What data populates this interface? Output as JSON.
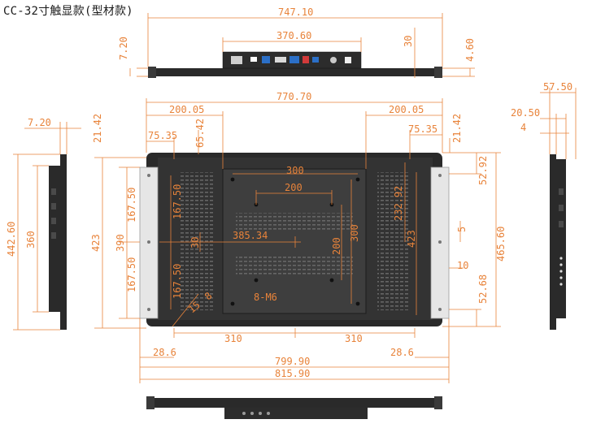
{
  "title": "CC-32寸触显款(型材款)",
  "colors": {
    "dimension": "#e8833a",
    "panel_body": "#2a2a2a",
    "panel_screen": "#3c3c3c",
    "bracket": "#e6e6e6",
    "connector_blue": "#2b6fc7",
    "connector_red": "#d23a3a"
  },
  "top_view": {
    "width_dim": "747.10",
    "depth_left": "7.20",
    "box_width": "370.60",
    "offset_30": "30",
    "depth_right": "4.60"
  },
  "front_view": {
    "top_left_200": "200.05",
    "top_total": "770.70",
    "top_right_200": "200.05",
    "left_21": "21.42",
    "left_75": "75.35",
    "v_65": "65.42",
    "right_75": "75.35",
    "right_21": "21.42",
    "vesa_outer": "300",
    "vesa_inner": "200",
    "vesa_v_inner": "200",
    "vesa_v_outer": "300",
    "h_232": "232.92",
    "h_423_inner": "423",
    "h_385": "385.34",
    "left_423": "423",
    "left_390": "390",
    "seg_167_top": "167.50",
    "seg_167_bot": "167.50",
    "v_167_top": "167.50",
    "v_167_bot": "167.50",
    "v_30": "30",
    "diag_15": "15",
    "diag_8": "8",
    "screw": "8-M6",
    "bottom_310_left": "310",
    "bottom_310_right": "310",
    "bottom_28_left": "28.6",
    "bottom_28_right": "28.6",
    "bottom_799": "799.90",
    "bottom_815": "815.90",
    "right_52_top": "52.92",
    "right_465": "465.60",
    "right_5": "5",
    "right_10": "10",
    "right_52_bot": "52.68"
  },
  "left_side_view": {
    "depth": "7.20",
    "height_442": "442.60",
    "height_360": "360"
  },
  "right_side_view": {
    "total_depth": "57.50",
    "inner_depth": "20.50",
    "bezel": "4"
  }
}
